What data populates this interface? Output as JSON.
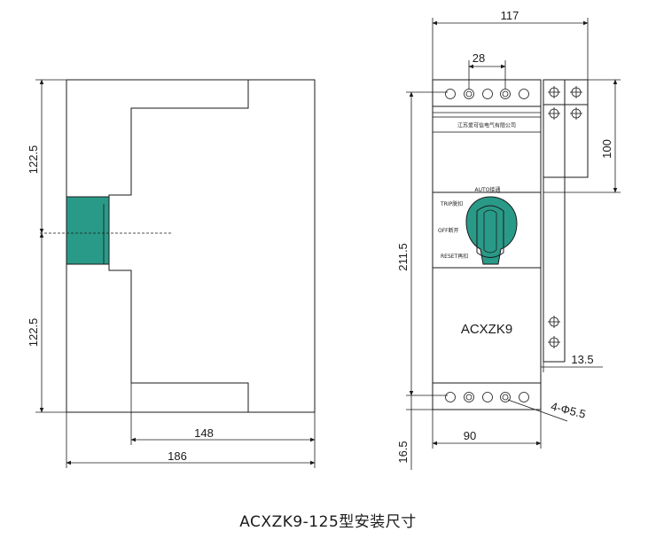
{
  "caption": "ACXZK9-125型安装尺寸",
  "side_view": {
    "dim_top": "122.5",
    "dim_bottom": "122.5",
    "dim_depth_inner": "148",
    "dim_depth_total": "186",
    "handle_color": "#2a9a88"
  },
  "front_view": {
    "dim_width_total": "117",
    "dim_hole_pitch": "28",
    "dim_rail_height": "100",
    "dim_height": "211.5",
    "dim_rail_offset": "13.5",
    "dim_holes": "4-Φ5.5",
    "dim_base_width": "90",
    "dim_base_offset": "16.5",
    "company": "江苏爱可信电气有限公司",
    "model": "ACXZK9",
    "knob_color": "#2a9a88",
    "pos_auto": "AUTO接通",
    "pos_trip": "TRIP脱扣",
    "pos_off": "OFF断开",
    "pos_reset": "RESET再扣"
  }
}
